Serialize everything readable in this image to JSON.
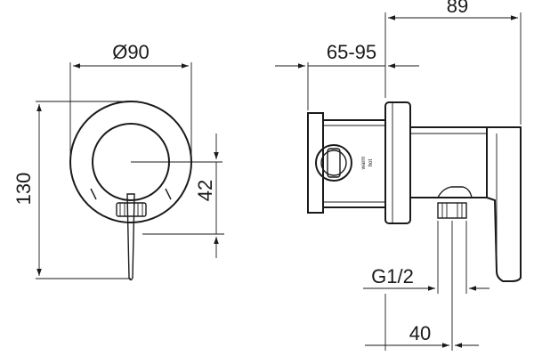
{
  "dimensions": {
    "diameter": "Ø90",
    "height": "130",
    "offset": "42",
    "depth_range": "65-95",
    "total_depth": "89",
    "thread": "G1/2",
    "outlet_distance": "40"
  },
  "body_labels": {
    "line1": "warm",
    "line2": "hot"
  }
}
